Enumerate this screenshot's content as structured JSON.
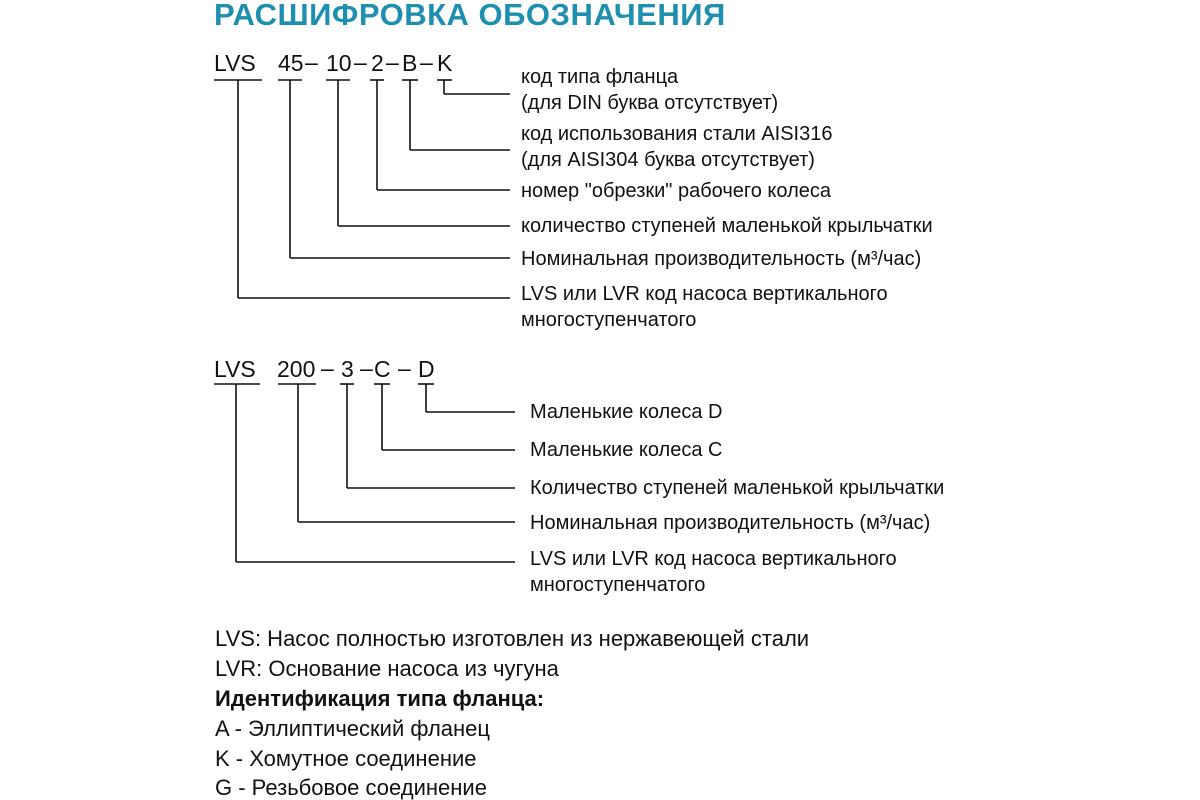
{
  "title": "РАСШИФРОВКА ОБОЗНАЧЕНИЯ",
  "diagram1": {
    "code": [
      "LVS",
      "45",
      "10",
      "2",
      "B",
      "K"
    ],
    "descriptions": [
      [
        "код типа фланца",
        "(для DIN  буква отсутствует)"
      ],
      [
        "код использования стали AISI316",
        "(для AISI304 буква отсутствует)"
      ],
      [
        "номер \"обрезки\" рабочего колеса"
      ],
      [
        "количество ступеней маленькой крыльчатки"
      ],
      [
        "Номинальная производительность (м³/час)"
      ],
      [
        "LVS или LVR код насоса вертикального",
        "многоступенчатого"
      ]
    ]
  },
  "diagram2": {
    "code": [
      "LVS",
      "200",
      "3",
      "C",
      "D"
    ],
    "descriptions": [
      [
        "Маленькие колеса D"
      ],
      [
        "Маленькие колеса C"
      ],
      [
        "Количество ступеней маленькой крыльчатки"
      ],
      [
        "Номинальная производительность (м³/час)"
      ],
      [
        "LVS или LVR код насоса вертикального",
        "многоступенчатого"
      ]
    ]
  },
  "notes": {
    "lvs": "LVS: Насос полностью изготовлен из нержавеющей стали",
    "lvr": "LVR: Основание насоса из чугуна",
    "flange_heading": "Идентификация типа фланца:",
    "flange_types": [
      "A - Эллиптический фланец",
      "K - Хомутное соединение",
      "G - Резьбовое соединение"
    ]
  }
}
